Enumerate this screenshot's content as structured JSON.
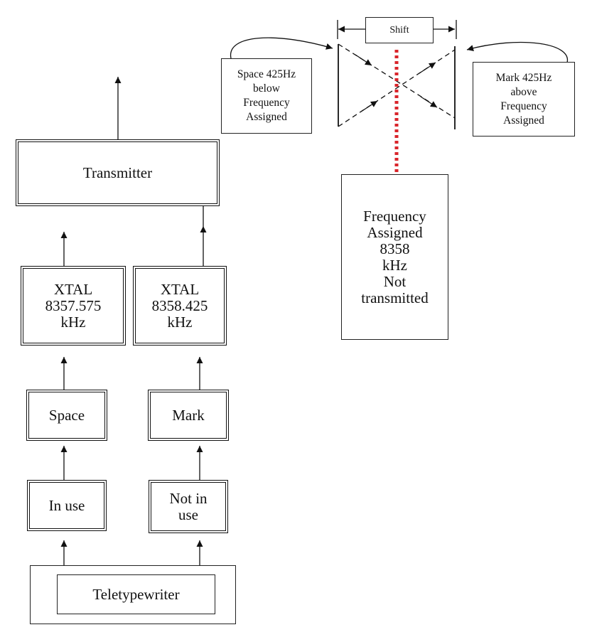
{
  "diagram": {
    "transmitter": "Transmitter",
    "xtal_space": "XTAL\n8357.575\nkHz",
    "xtal_mark": "XTAL\n8358.425\nkHz",
    "space": "Space",
    "mark": "Mark",
    "in_use": "In use",
    "not_in_use": "Not in\nuse",
    "teletypewriter": "Teletypewriter",
    "shift": "Shift",
    "space_note": "Space 425Hz\nbelow\nFrequency\nAssigned",
    "mark_note": "Mark 425Hz\nabove\nFrequency\nAssigned",
    "frequency_assigned": "Frequency\nAssigned\n8358\nkHz\nNot\ntransmitted"
  },
  "colors": {
    "line": "#111111",
    "center_dotted": "#d9252b"
  }
}
